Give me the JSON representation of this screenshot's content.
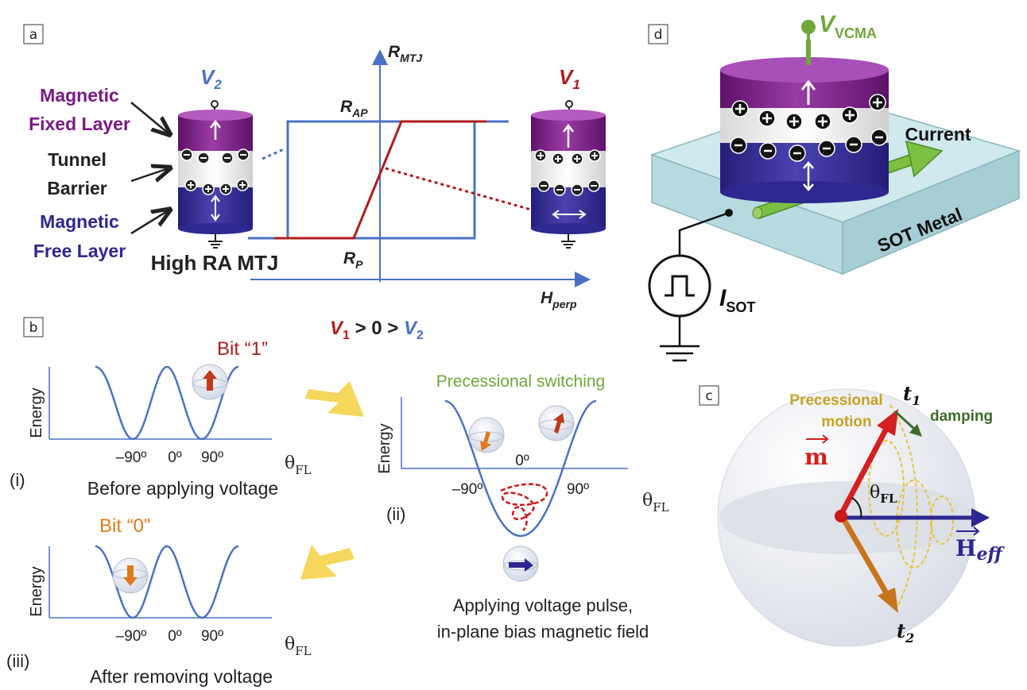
{
  "panel_a": {
    "tag": "a",
    "v2_label": "V",
    "v2_sub": "2",
    "v1_label": "V",
    "v1_sub": "1",
    "fixed_layer": [
      "Magnetic",
      "Fixed Layer"
    ],
    "tunnel_barrier": [
      "Tunnel",
      "Barrier"
    ],
    "free_layer": [
      "Magnetic",
      "Free Layer"
    ],
    "device_name": "High RA MTJ",
    "y_axis": "R",
    "y_axis_sub": "MTJ",
    "r_ap": "R",
    "r_ap_sub": "AP",
    "r_p": "R",
    "r_p_sub": "P",
    "x_axis": "H",
    "x_axis_sub": "perp",
    "condition": {
      "v1": "V",
      "v1_sub": "1",
      "mid": " > 0 > ",
      "v2": "V",
      "v2_sub": "2"
    }
  },
  "panel_b": {
    "tag": "b",
    "bit1": "Bit “1”",
    "bit0": "Bit “0”",
    "energy": "Energy",
    "theta": "θ",
    "theta_sub": "FL",
    "ticks": [
      "–90º",
      "0º",
      "90º"
    ],
    "i_label": "(i)",
    "i_caption": "Before applying voltage",
    "ii_label": "(ii)",
    "ii_title": "Precessional switching",
    "ii_caption": [
      "Applying voltage pulse,",
      "in-plane bias magnetic field"
    ],
    "iii_label": "(iii)",
    "iii_caption": "After removing voltage"
  },
  "panel_c": {
    "tag": "c",
    "precessional": [
      "Precessional",
      "motion"
    ],
    "t1": "t",
    "t1_sub": "1",
    "t2": "t",
    "t2_sub": "2",
    "damping": "damping",
    "m": "m",
    "theta": "θ",
    "theta_sub": "FL",
    "heff": "H",
    "heff_sub": "eff"
  },
  "panel_d": {
    "tag": "d",
    "vvcma": "V",
    "vvcma_sub": "VCMA",
    "current": "Current",
    "sot_metal": "SOT Metal",
    "isot": "I",
    "isot_sub": "SOT"
  },
  "colors": {
    "purple": "#7a1a86",
    "navy": "#2d2790",
    "blue": "#4a72c4",
    "red": "#b01c1c",
    "green": "#6fa83a",
    "orange": "#e07a1c",
    "gold": "#c9a227"
  }
}
